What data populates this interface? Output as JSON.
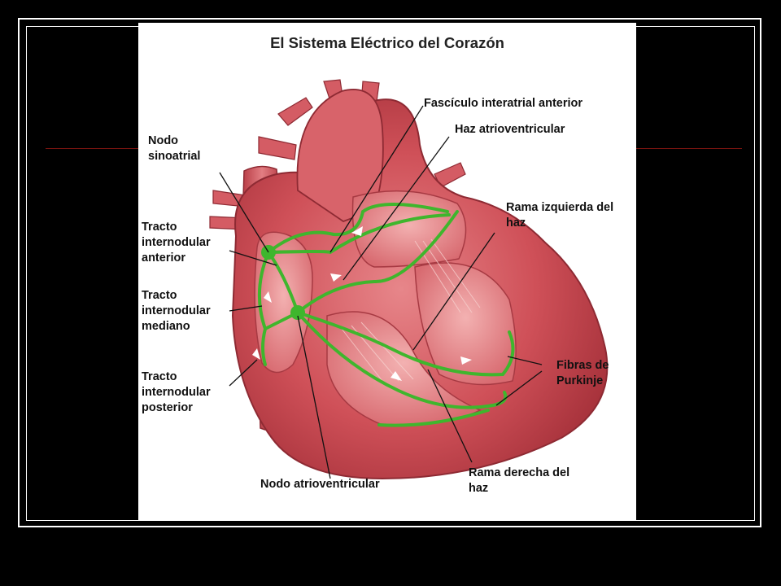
{
  "diagram": {
    "title": "El Sistema Eléctrico del Corazón",
    "labels": {
      "fasciculo": "Fascículo interatrial anterior",
      "haz_av": "Haz atrioventricular",
      "nodo_sa_1": "Nodo",
      "nodo_sa_2": "sinoatrial",
      "rama_izq_1": "Rama izquierda del",
      "rama_izq_2": "haz",
      "tracto_ant_1": "Tracto",
      "tracto_ant_2": "internodular",
      "tracto_ant_3": "anterior",
      "tracto_med_1": "Tracto",
      "tracto_med_2": "internodular",
      "tracto_med_3": "mediano",
      "tracto_post_1": "Tracto",
      "tracto_post_2": "internodular",
      "tracto_post_3": "posterior",
      "fibras_1": "Fibras de",
      "fibras_2": "Purkinje",
      "nodo_av": "Nodo atrioventricular",
      "rama_der_1": "Rama derecha del",
      "rama_der_2": "haz"
    },
    "colors": {
      "heart": "#c9454e",
      "heart_light": "#e98a8c",
      "heart_dark": "#8e2a33",
      "conduction": "#3fb62d",
      "frame": "#ffffff",
      "rule": "#7a1410"
    }
  }
}
